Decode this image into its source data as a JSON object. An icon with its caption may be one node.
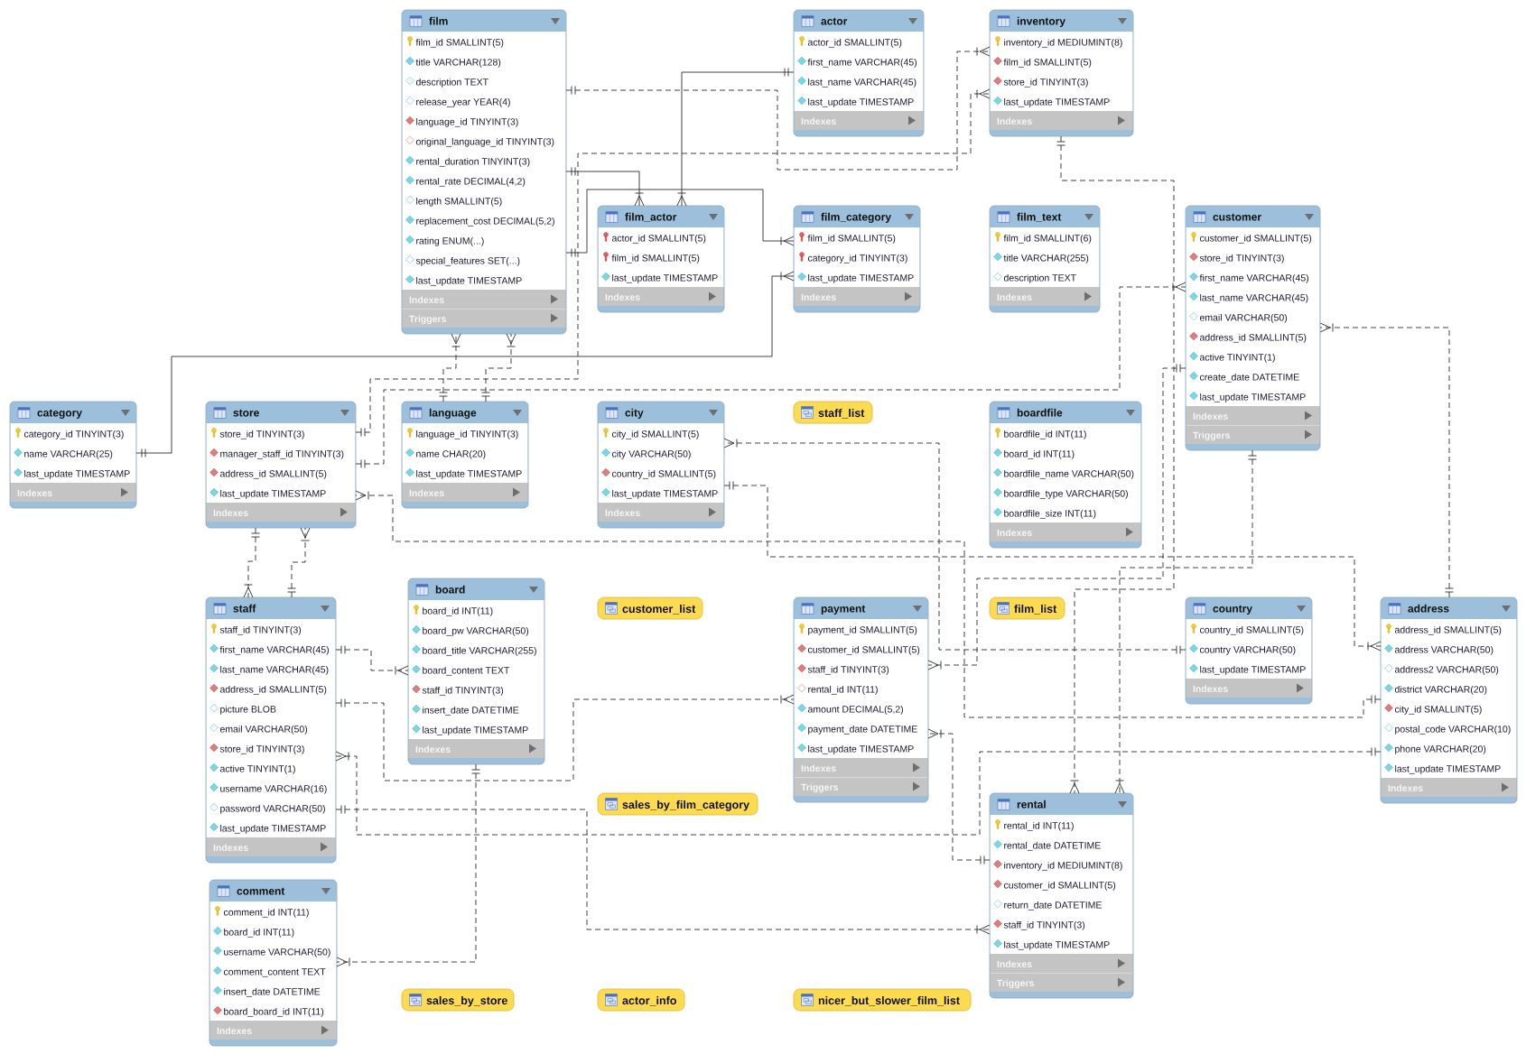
{
  "diagram": {
    "nodes": [
      {
        "text": [
          "film",
          "film_id SMALLINT(5)",
          "title VARCHAR(128)",
          "description TEXT",
          "release_year YEAR(4)",
          "language_id TINYINT(3)",
          "original_language_id TINYINT(3)",
          "rental_duration TINYINT(3)",
          "rental_rate DECIMAL(4,2)",
          "length SMALLINT(5)",
          "replacement_cost DECIMAL(5,2)",
          "rating ENUM(...)",
          "special_features SET(...)",
          "last_update TIMESTAMP",
          "Indexes",
          "Triggers"
        ]
      },
      {
        "text": [
          "actor",
          "actor_id SMALLINT(5)",
          "first_name VARCHAR(45)",
          "last_name VARCHAR(45)",
          "last_update TIMESTAMP",
          "Indexes"
        ]
      },
      {
        "text": [
          "inventory",
          "inventory_id MEDIUMINT(8)",
          "film_id SMALLINT(5)",
          "store_id TINYINT(3)",
          "last_update TIMESTAMP",
          "Indexes"
        ]
      },
      {
        "text": [
          "film_actor",
          "actor_id SMALLINT(5)",
          "film_id SMALLINT(5)",
          "last_update TIMESTAMP",
          "Indexes"
        ]
      },
      {
        "text": [
          "film_category",
          "film_id SMALLINT(5)",
          "category_id TINYINT(3)",
          "last_update TIMESTAMP",
          "Indexes"
        ]
      },
      {
        "text": [
          "film_text",
          "film_id SMALLINT(6)",
          "title VARCHAR(255)",
          "description TEXT",
          "Indexes"
        ]
      },
      {
        "text": [
          "customer",
          "customer_id SMALLINT(5)",
          "store_id TINYINT(3)",
          "first_name VARCHAR(45)",
          "last_name VARCHAR(45)",
          "email VARCHAR(50)",
          "address_id SMALLINT(5)",
          "active TINYINT(1)",
          "create_date DATETIME",
          "last_update TIMESTAMP",
          "Indexes",
          "Triggers"
        ]
      },
      {
        "text": [
          "category",
          "category_id TINYINT(3)",
          "name VARCHAR(25)",
          "last_update TIMESTAMP",
          "Indexes"
        ]
      },
      {
        "text": [
          "store",
          "store_id TINYINT(3)",
          "manager_staff_id TINYINT(3)",
          "address_id SMALLINT(5)",
          "last_update TIMESTAMP",
          "Indexes"
        ]
      },
      {
        "text": [
          "language",
          "language_id TINYINT(3)",
          "name CHAR(20)",
          "last_update TIMESTAMP",
          "Indexes"
        ]
      },
      {
        "text": [
          "city",
          "city_id SMALLINT(5)",
          "city VARCHAR(50)",
          "country_id SMALLINT(5)",
          "last_update TIMESTAMP",
          "Indexes"
        ]
      },
      {
        "text": [
          "staff_list"
        ]
      },
      {
        "text": [
          "boardfile",
          "boardfile_id INT(11)",
          "board_id INT(11)",
          "boardfile_name VARCHAR(50)",
          "boardfile_type VARCHAR(50)",
          "boardfile_size INT(11)",
          "Indexes"
        ]
      },
      {
        "text": [
          "staff",
          "staff_id TINYINT(3)",
          "first_name VARCHAR(45)",
          "last_name VARCHAR(45)",
          "address_id SMALLINT(5)",
          "picture BLOB",
          "email VARCHAR(50)",
          "store_id TINYINT(3)",
          "active TINYINT(1)",
          "username VARCHAR(16)",
          "password VARCHAR(50)",
          "last_update TIMESTAMP",
          "Indexes"
        ]
      },
      {
        "text": [
          "board",
          "board_id INT(11)",
          "board_pw VARCHAR(50)",
          "board_title VARCHAR(255)",
          "board_content TEXT",
          "staff_id TINYINT(3)",
          "insert_date DATETIME",
          "last_update TIMESTAMP",
          "Indexes"
        ]
      },
      {
        "text": [
          "customer_list"
        ]
      },
      {
        "text": [
          "payment",
          "payment_id SMALLINT(5)",
          "customer_id SMALLINT(5)",
          "staff_id TINYINT(3)",
          "rental_id INT(11)",
          "amount DECIMAL(5,2)",
          "payment_date DATETIME",
          "last_update TIMESTAMP",
          "Indexes",
          "Triggers"
        ]
      },
      {
        "text": [
          "film_list"
        ]
      },
      {
        "text": [
          "country",
          "country_id SMALLINT(5)",
          "country VARCHAR(50)",
          "last_update TIMESTAMP",
          "Indexes"
        ]
      },
      {
        "text": [
          "address",
          "address_id SMALLINT(5)",
          "address VARCHAR(50)",
          "address2 VARCHAR(50)",
          "district VARCHAR(20)",
          "city_id SMALLINT(5)",
          "postal_code VARCHAR(10)",
          "phone VARCHAR(20)",
          "last_update TIMESTAMP",
          "Indexes"
        ]
      },
      {
        "text": [
          "sales_by_film_category"
        ]
      },
      {
        "text": [
          "rental",
          "rental_id INT(11)",
          "rental_date DATETIME",
          "inventory_id MEDIUMINT(8)",
          "customer_id SMALLINT(5)",
          "return_date DATETIME",
          "staff_id TINYINT(3)",
          "last_update TIMESTAMP",
          "Indexes",
          "Triggers"
        ]
      },
      {
        "text": [
          "comment",
          "comment_id INT(11)",
          "board_id INT(11)",
          "username VARCHAR(50)",
          "comment_content TEXT",
          "insert_date DATETIME",
          "board_board_id INT(11)",
          "Indexes"
        ]
      },
      {
        "text": [
          "sales_by_store"
        ]
      },
      {
        "text": [
          "actor_info"
        ]
      },
      {
        "text": [
          "nicer_but_slower_film_list"
        ]
      }
    ],
    "edges": [
      {
        "from": 9,
        "to": 0,
        "arrow": "other",
        "style": "dashed"
      },
      {
        "from": 9,
        "to": 0,
        "arrow": "other",
        "style": "dashed"
      },
      {
        "from": 1,
        "to": 3,
        "arrow": "other"
      },
      {
        "from": 0,
        "to": 3,
        "arrow": "other"
      },
      {
        "from": 0,
        "to": 2,
        "arrow": "other",
        "style": "dashed"
      },
      {
        "from": 8,
        "to": 2,
        "arrow": "other",
        "style": "dashed"
      },
      {
        "from": 0,
        "to": 4,
        "arrow": "other"
      },
      {
        "from": 7,
        "to": 4,
        "arrow": "other"
      },
      {
        "from": 8,
        "to": 6,
        "arrow": "other",
        "style": "dashed"
      },
      {
        "from": 19,
        "to": 6,
        "arrow": "other",
        "style": "dashed"
      },
      {
        "from": 6,
        "to": 16,
        "arrow": "other",
        "style": "dashed"
      },
      {
        "from": 6,
        "to": 21,
        "arrow": "other",
        "style": "dashed"
      },
      {
        "from": 2,
        "to": 21,
        "arrow": "other",
        "style": "dashed"
      },
      {
        "from": 8,
        "to": 13,
        "arrow": "other",
        "style": "dashed"
      },
      {
        "from": 13,
        "to": 8,
        "arrow": "other",
        "style": "dashed"
      },
      {
        "from": 18,
        "to": 10,
        "arrow": "other",
        "style": "dashed"
      },
      {
        "from": 10,
        "to": 19,
        "arrow": "other",
        "style": "dashed"
      },
      {
        "from": 19,
        "to": 8,
        "arrow": "other",
        "style": "dashed"
      },
      {
        "from": 13,
        "to": 14,
        "arrow": "other",
        "style": "dashed"
      },
      {
        "from": 13,
        "to": 16,
        "arrow": "other",
        "style": "dashed"
      },
      {
        "from": 19,
        "to": 13,
        "arrow": "other",
        "style": "dashed"
      },
      {
        "from": 21,
        "to": 16,
        "arrow": "other",
        "style": "dashed"
      },
      {
        "from": 13,
        "to": 21,
        "arrow": "other",
        "style": "dashed"
      },
      {
        "from": 14,
        "to": 22,
        "arrow": "other",
        "style": "dashed"
      }
    ]
  }
}
